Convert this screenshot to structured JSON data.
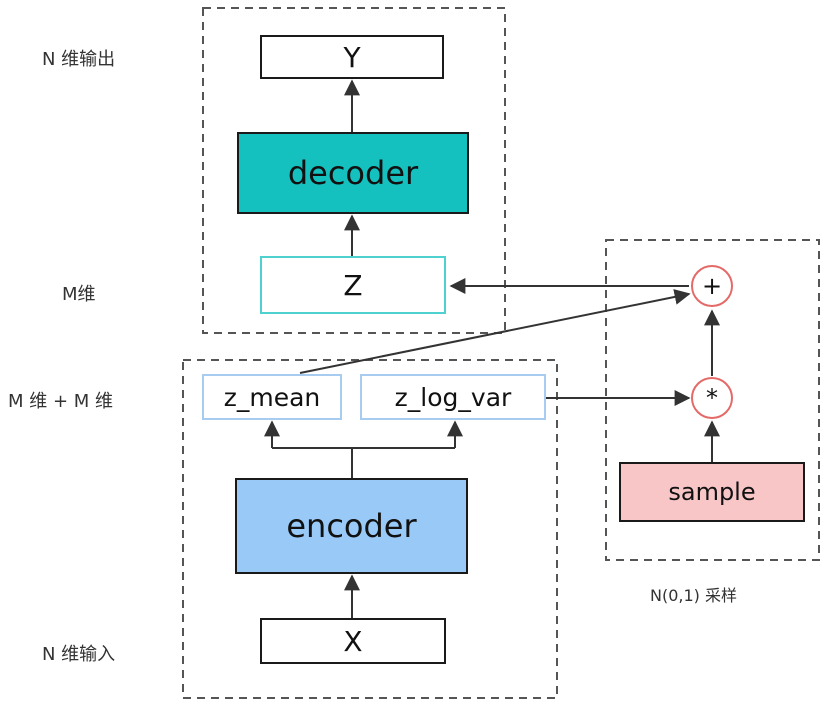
{
  "labels": {
    "output_dim": "N 维输出",
    "latent_dim": "M维",
    "mean_var_dim": "M 维 + M 维",
    "input_dim": "N 维输入",
    "sampling": "N(0,1) 采样"
  },
  "nodes": {
    "y": "Y",
    "decoder": "decoder",
    "z": "Z",
    "z_mean": "z_mean",
    "z_log_var": "z_log_var",
    "encoder": "encoder",
    "x": "X",
    "plus": "+",
    "multiply": "*",
    "sample": "sample"
  },
  "colors": {
    "decoder_fill": "#14c1bf",
    "encoder_fill": "#99c9f7",
    "sample_fill": "#f9c6c8",
    "z_border": "#4fd1cf",
    "mean_var_border": "#a8ccef",
    "operator_border": "#e46a68"
  }
}
